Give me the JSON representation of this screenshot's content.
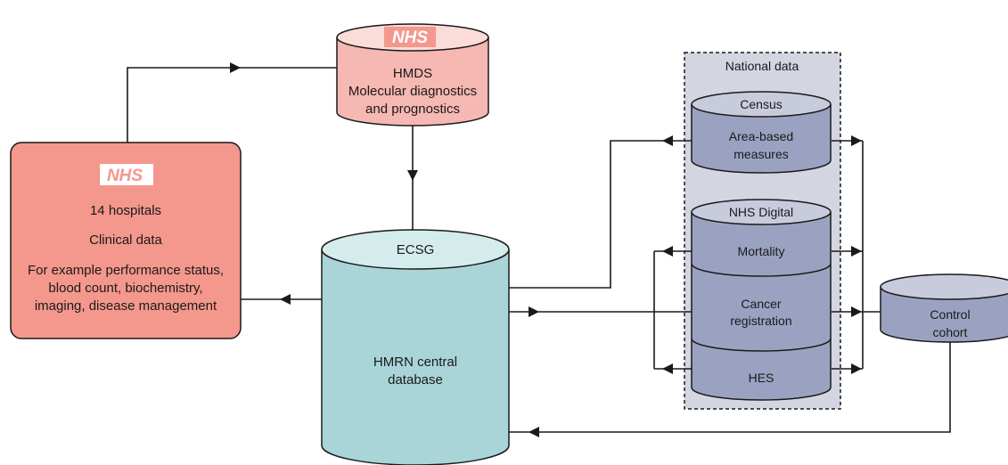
{
  "colors": {
    "hospital_fill": "#f4978c",
    "hmds_fill": "#f6b8b2",
    "hmds_top": "#fbdcd8",
    "ecsg_fill": "#a9d5d8",
    "ecsg_top": "#d5eced",
    "national_bg": "#d3d5e1",
    "db_fill": "#9ba2c1",
    "db_top": "#c8cbdc",
    "line": "#1a1a1a"
  },
  "hmds": {
    "logo": "NHS",
    "lines": [
      "HMDS",
      "Molecular diagnostics",
      "and prognostics"
    ]
  },
  "hospitals": {
    "logo": "NHS",
    "count": "14 hospitals",
    "clinical": "Clinical data",
    "examples": [
      "For example performance status,",
      "blood count, biochemistry,",
      "imaging, disease management"
    ]
  },
  "ecsg": {
    "top_label": "ECSG",
    "main_lines": [
      "HMRN central",
      "database"
    ]
  },
  "national": {
    "title": "National data",
    "census": {
      "top_label": "Census",
      "body_lines": [
        "Area-based",
        "measures"
      ]
    },
    "nhs_digital": {
      "top_label": "NHS Digital",
      "mortality": "Mortality",
      "cancer_lines": [
        "Cancer",
        "registration"
      ],
      "hes": "HES"
    }
  },
  "control": {
    "lines": [
      "Control",
      "cohort"
    ]
  }
}
